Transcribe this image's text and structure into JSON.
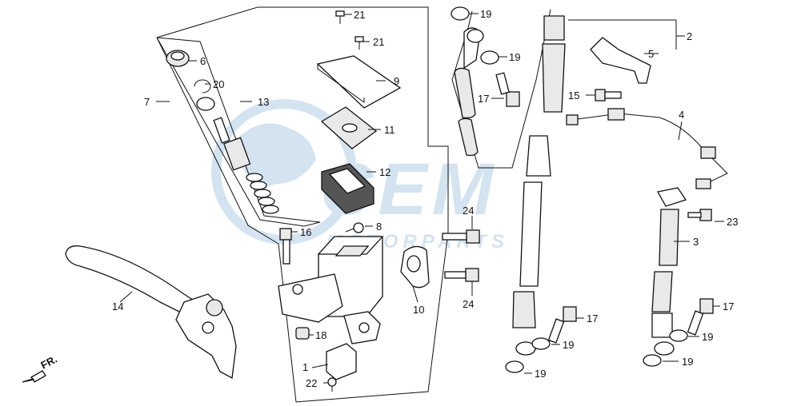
{
  "watermark": {
    "brand": "CEM",
    "tagline": "MOTORPARTS",
    "color": "#cfe1ef"
  },
  "direction": {
    "text": "FR."
  },
  "callouts": {
    "c21a": "21",
    "c21b": "21",
    "c9": "9",
    "c11": "11",
    "c12": "12",
    "c8": "8",
    "c6": "6",
    "c20": "20",
    "c7": "7",
    "c13": "13",
    "c16": "16",
    "c14": "14",
    "c10": "10",
    "c18": "18",
    "c1": "1",
    "c22": "22",
    "c24a": "24",
    "c24b": "24",
    "c19a": "19",
    "c19b": "19",
    "c17a": "17",
    "c2": "2",
    "c5": "5",
    "c15": "15",
    "c4": "4",
    "c3": "3",
    "c23": "23",
    "c17b": "17",
    "c19c": "19",
    "c19d": "19",
    "c17c": "17",
    "c19e": "19",
    "c19f": "19"
  },
  "colors": {
    "line": "#111111",
    "part_fill": "#ffffff",
    "shade": "#e9e9e9"
  }
}
